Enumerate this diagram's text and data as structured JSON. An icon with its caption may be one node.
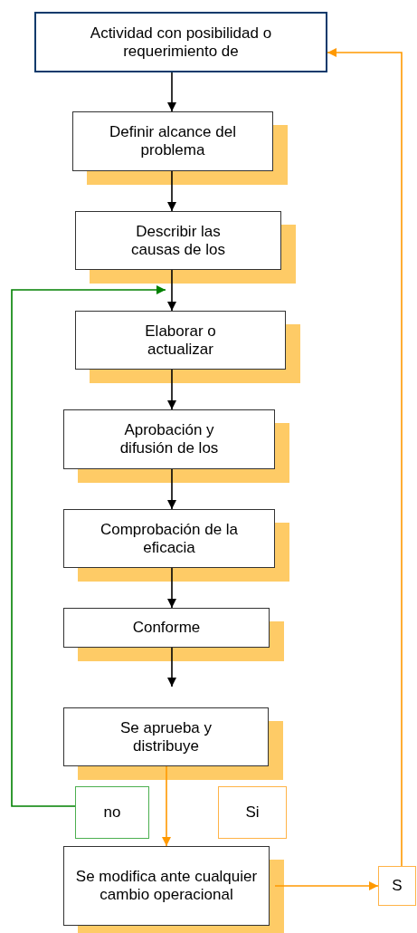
{
  "diagram": {
    "nodes": [
      {
        "text": [
          "Actividad con posibilidad o requerimiento de"
        ]
      },
      {
        "text": [
          "Definir alcance del problema"
        ]
      },
      {
        "text": [
          "Describir las causas de los"
        ]
      },
      {
        "text": [
          "Elaborar o actualizar"
        ]
      },
      {
        "text": [
          "Aprobación y difusión de los"
        ]
      },
      {
        "text": [
          "Comprobación de la eficacia"
        ]
      },
      {
        "text": [
          "Conforme"
        ]
      },
      {
        "text": [
          "Se aprueba y distribuye"
        ]
      },
      {
        "text": [
          "no"
        ]
      },
      {
        "text": [
          "Si"
        ]
      },
      {
        "text": [
          "Se modifica ante cualquier cambio operacional"
        ]
      },
      {
        "text": [
          "S"
        ]
      }
    ],
    "edges": [
      {
        "from": 0,
        "to": 1,
        "arrow": "to"
      },
      {
        "from": 1,
        "to": 2,
        "arrow": "to"
      },
      {
        "from": 2,
        "to": 3,
        "arrow": "to"
      },
      {
        "from": 3,
        "to": 4,
        "arrow": "to"
      },
      {
        "from": 4,
        "to": 5,
        "arrow": "to"
      },
      {
        "from": 5,
        "to": 6,
        "arrow": "to"
      },
      {
        "from": 6,
        "to": 7,
        "arrow": "to"
      },
      {
        "from": 7,
        "to": 10,
        "arrow": "to",
        "color": "#ff9900"
      },
      {
        "from": 8,
        "to": 3,
        "arrow": "to",
        "color": "#008000"
      },
      {
        "from": 10,
        "to": 11,
        "arrow": "to",
        "color": "#ff9900"
      },
      {
        "from": 11,
        "to": 0,
        "arrow": "to",
        "color": "#ff9900"
      }
    ]
  }
}
